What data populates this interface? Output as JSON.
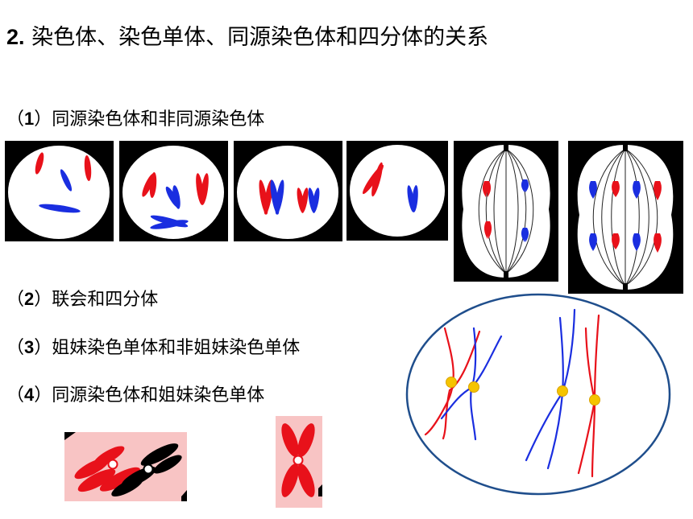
{
  "slide": {
    "title_number": "2.",
    "title_text": "染色体、染色单体、同源染色体和四分体的关系",
    "items": [
      {
        "number": "1",
        "text": "同源染色体和非同源染色体"
      },
      {
        "number": "2",
        "text": "联会和四分体"
      },
      {
        "number": "3",
        "text": "姐妹染色单体和非姐妹染色单体"
      },
      {
        "number": "4",
        "text": "同源染色体和姐妹染色单体"
      }
    ]
  },
  "colors": {
    "maternal_red": "#e8111a",
    "paternal_blue": "#1a2ee0",
    "dark_frame": "#000000",
    "pink_background": "#f8c4c4",
    "centromere_yellow": "#f5c400",
    "oval_border": "#1f4e8c"
  },
  "icons": [
    "cell-stage-1-icon",
    "cell-stage-2-icon",
    "cell-stage-3-icon",
    "cell-stage-4-icon",
    "cell-stage-5-icon",
    "cell-stage-6-icon",
    "crossing-over-icon",
    "bivalent-icon",
    "chromosome-icon"
  ]
}
